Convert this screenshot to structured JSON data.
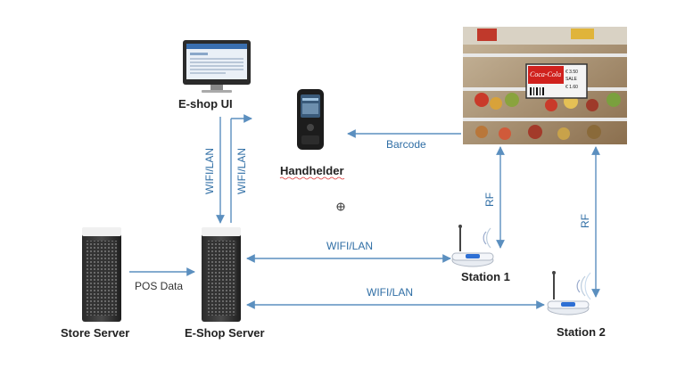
{
  "nodes": {
    "eshop_ui": {
      "label": "E-shop UI"
    },
    "handhelder": {
      "label": "Handhelder"
    },
    "store_server": {
      "label": "Store Server"
    },
    "eshop_server": {
      "label": "E-Shop Server"
    },
    "station1": {
      "label": "Station 1"
    },
    "station2": {
      "label": "Station 2"
    }
  },
  "connections": {
    "ui_server_a": "WIFI/LAN",
    "ui_server_b": "WIFI/LAN",
    "barcode": "Barcode",
    "pos": "POS Data",
    "server_station1": "WIFI/LAN",
    "server_station2": "WIFI/LAN",
    "rf1": "RF",
    "rf2": "RF"
  },
  "photo": {
    "label_brand": "Coca-Cola",
    "label_price_now": "€ 3.50",
    "label_sale": "SALE",
    "label_price_sale": "€ 1.60"
  },
  "colors": {
    "link": "#5b8fbf",
    "label_text": "#2f6ea5"
  }
}
